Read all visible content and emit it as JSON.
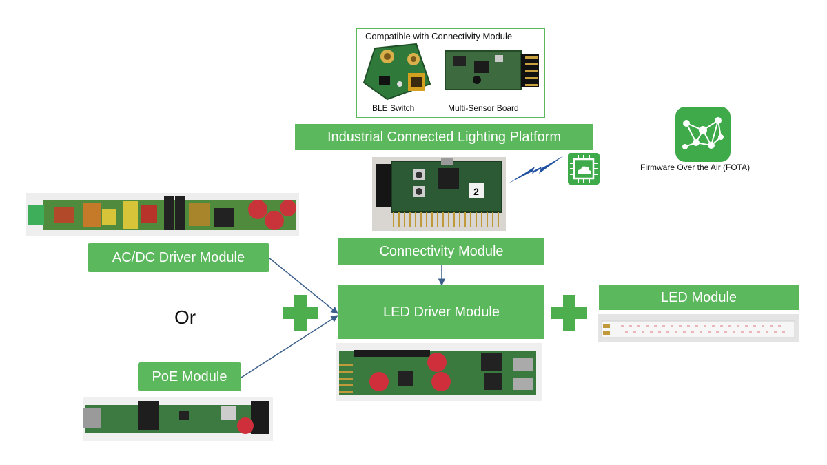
{
  "compat": {
    "title": "Compatible with Connectivity Module",
    "items": [
      "BLE Switch",
      "Multi-Sensor Board"
    ]
  },
  "platform_label": "Industrial Connected Lighting Platform",
  "fota_label": "Firmware Over the Air (FOTA)",
  "modules": {
    "acdc": "AC/DC Driver Module",
    "or": "Or",
    "poe": "PoE Module",
    "connectivity": "Connectivity Module",
    "led_driver": "LED Driver Module",
    "led": "LED Module"
  },
  "board_markings": {
    "connectivity_chip": "2"
  },
  "colors": {
    "green": "#5cb85c",
    "plus_green": "#4cae4c",
    "pcb_green": "#2e6b35",
    "arrow_blue": "#3b5f8a",
    "lightning_blue": "#1f4fa0"
  },
  "icons": [
    "chip-cloud-icon",
    "lightning-icon",
    "network-nodes-icon"
  ]
}
